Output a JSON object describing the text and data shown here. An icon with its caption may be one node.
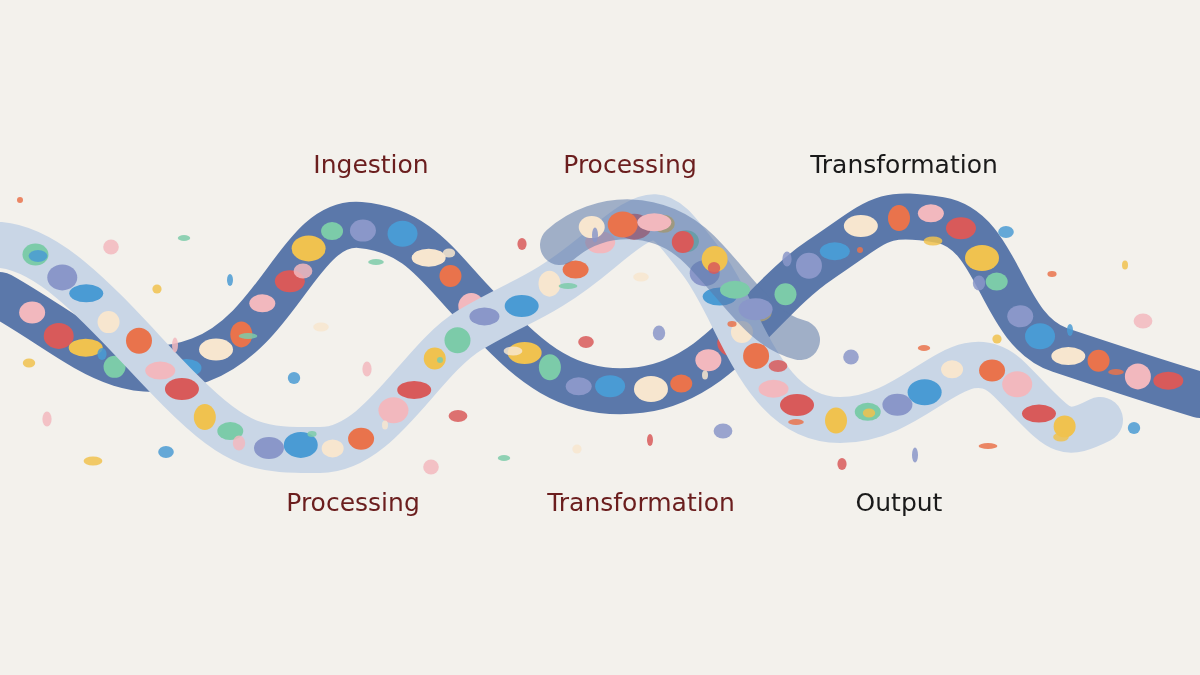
{
  "diagram": {
    "labels": [
      "Ingestion",
      "Processing",
      "Transformation",
      "Processing",
      "Transformation",
      "Output"
    ]
  }
}
